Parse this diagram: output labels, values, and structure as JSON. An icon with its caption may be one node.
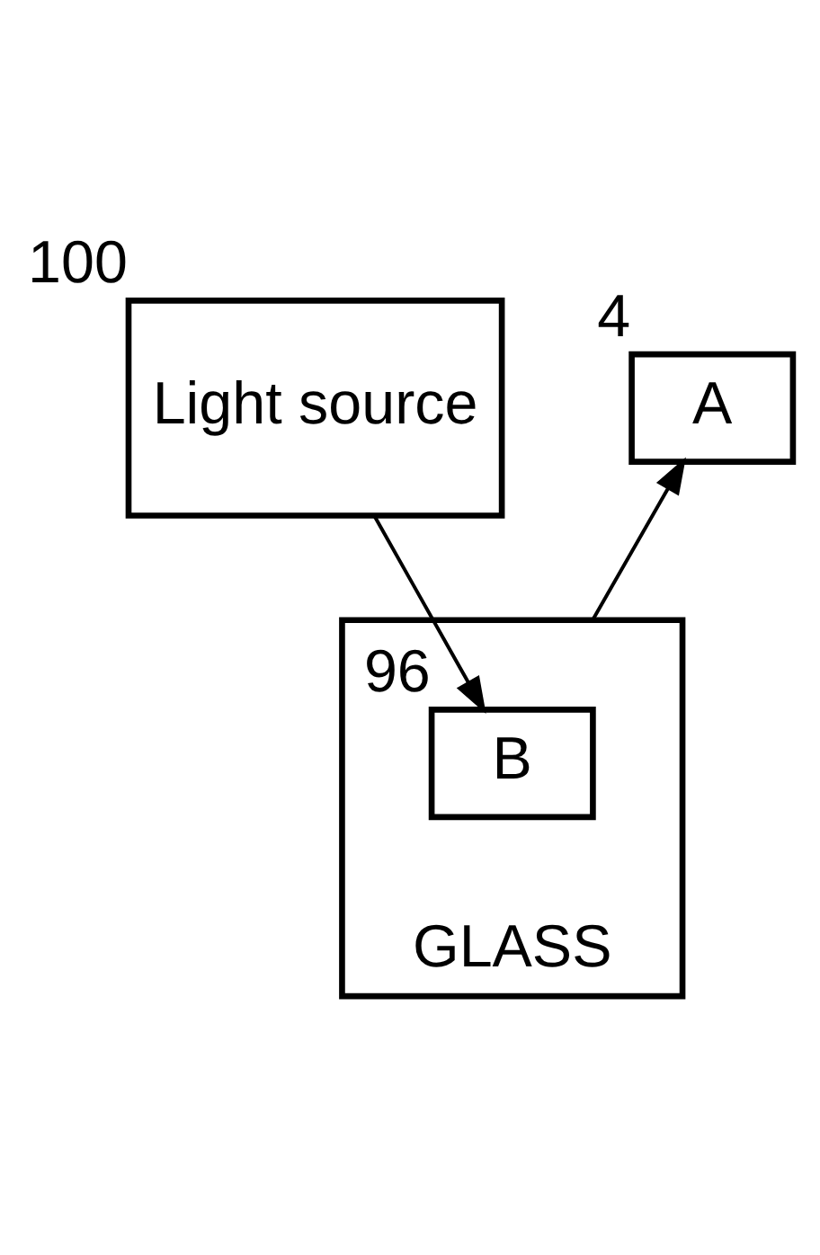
{
  "diagram": {
    "nodes": [
      {
        "text": [
          "Light source"
        ],
        "beside": [
          "100"
        ]
      },
      {
        "text": [
          "A"
        ],
        "beside": [
          "4"
        ]
      },
      {
        "text": [
          "GLASS"
        ]
      },
      {
        "text": [
          "B"
        ],
        "in": 2,
        "beside": [
          "96"
        ]
      }
    ],
    "edges": [
      {
        "from": 0,
        "to": 3,
        "arrow": "to"
      },
      {
        "from": 2,
        "to": 1,
        "arrow": "to"
      }
    ]
  }
}
